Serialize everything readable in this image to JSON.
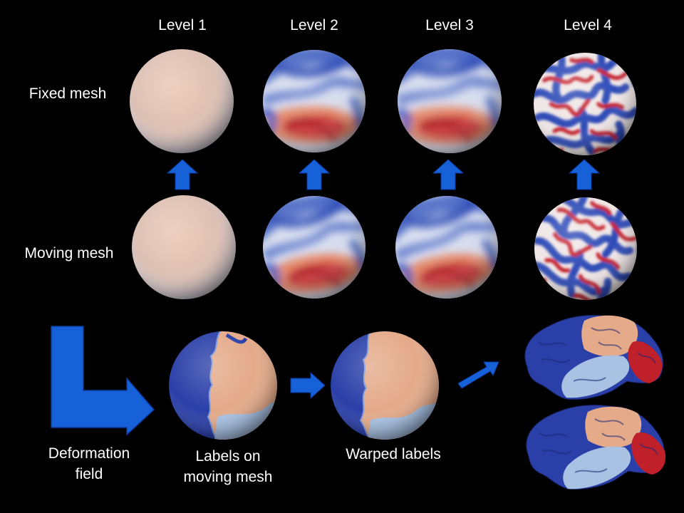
{
  "levels": [
    "Level 1",
    "Level 2",
    "Level 3",
    "Level 4"
  ],
  "rows": {
    "fixed": "Fixed mesh",
    "moving": "Moving mesh"
  },
  "bottom": {
    "deformation": "Deformation field",
    "labels_on": "Labels on moving mesh",
    "warped": "Warped labels"
  },
  "colors": {
    "background": "#000000",
    "arrow": "#1660d8",
    "blue": "#2a3fa8",
    "red": "#c0202a",
    "peach": "#e4aa8a",
    "light_blue": "#a9c2e4"
  }
}
